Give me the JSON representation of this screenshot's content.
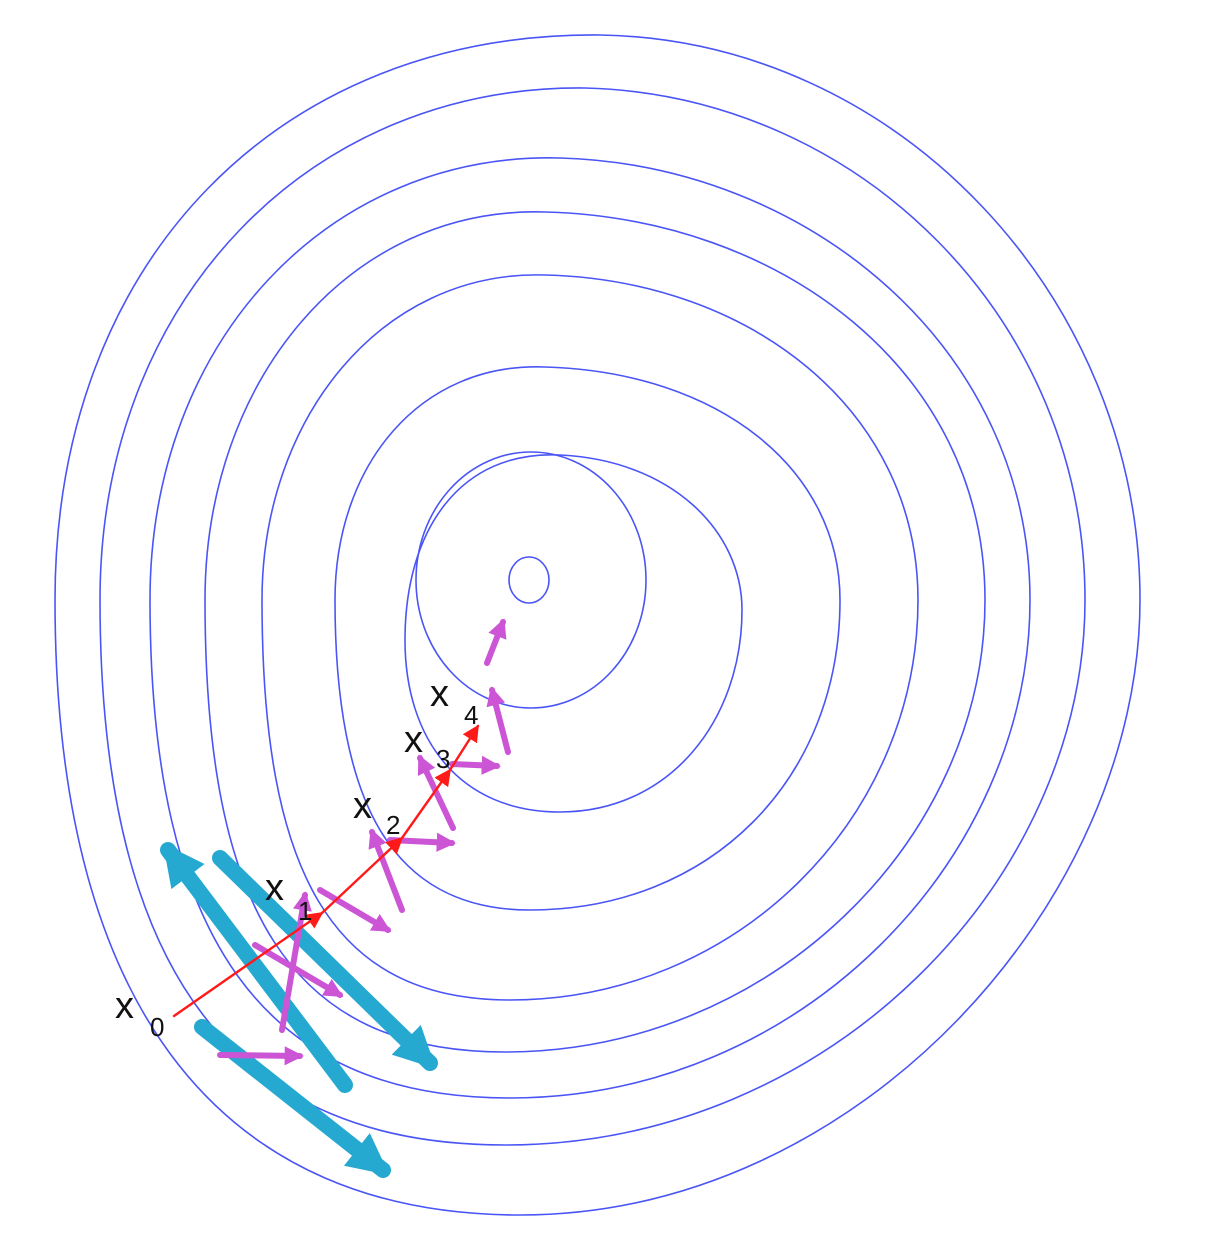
{
  "diagram": {
    "kind": "gradient-descent-contour-plot",
    "colors": {
      "contour": "#4a55f5",
      "path": "#ff1a1a",
      "gradient_small": "#cc55d6",
      "gradient_large": "#26a9d1",
      "label": "#111111"
    },
    "contour_count": 9,
    "path_point_count": 5,
    "labels": {
      "x0_main": "x",
      "x0_sub": "0",
      "x1_main": "x",
      "x1_sub": "1",
      "x2_main": "x",
      "x2_sub": "2",
      "x3_main": "x",
      "x3_sub": "3",
      "x4_main": "x",
      "x4_sub": "4"
    }
  }
}
